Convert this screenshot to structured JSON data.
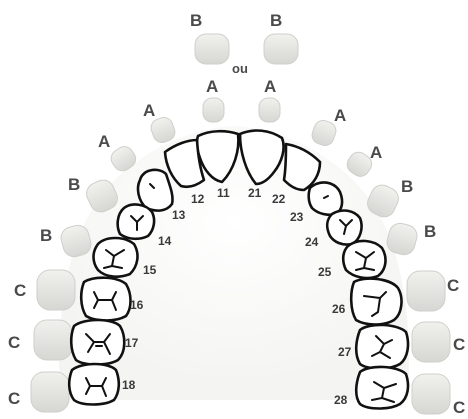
{
  "labels": {
    "b_left_top": "B",
    "b_right_top": "B",
    "ou": "ou",
    "a_upper_left": "A",
    "a_upper_right": "A",
    "a_mid_left": "A",
    "a_mid_right": "A",
    "a_low_left": "A",
    "a_low_right": "A",
    "b_left_1": "B",
    "b_left_2": "B",
    "b_right_1": "B",
    "b_right_2": "B",
    "c_left_1": "C",
    "c_left_2": "C",
    "c_left_3": "C",
    "c_right_1": "C",
    "c_right_2": "C",
    "c_right_3": "C"
  },
  "tooth_numbers": {
    "n11": "11",
    "n12": "12",
    "n13": "13",
    "n14": "14",
    "n15": "15",
    "n16": "16",
    "n17": "17",
    "n18": "18",
    "n21": "21",
    "n22": "22",
    "n23": "23",
    "n24": "24",
    "n25": "25",
    "n26": "26",
    "n27": "27",
    "n28": "28"
  },
  "colors": {
    "outline": "#111111",
    "fill": "#ffffff",
    "option_fill": "#e3e3e0",
    "option_stroke": "#cfcfcb",
    "label": "#4a4a4a"
  }
}
